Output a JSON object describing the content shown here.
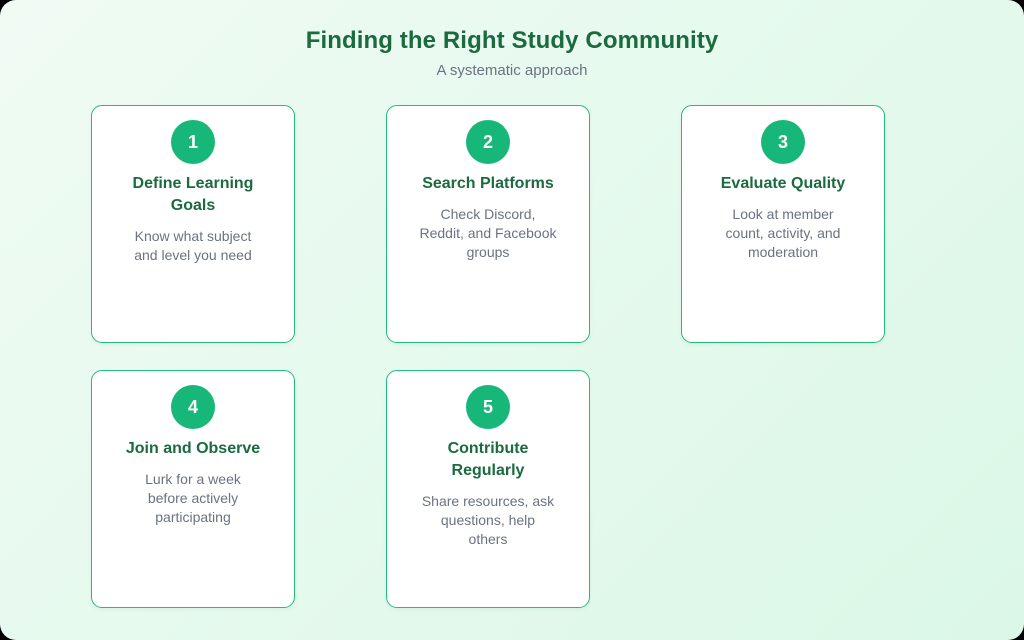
{
  "header": {
    "title": "Finding the Right Study Community",
    "subtitle": "A systematic approach"
  },
  "steps": [
    {
      "number": "1",
      "title": "Define Learning\nGoals",
      "description": "Know what subject\nand level you need"
    },
    {
      "number": "2",
      "title": "Search Platforms",
      "description": "Check Discord,\nReddit, and Facebook\ngroups"
    },
    {
      "number": "3",
      "title": "Evaluate Quality",
      "description": "Look at member\ncount, activity, and\nmoderation"
    },
    {
      "number": "4",
      "title": "Join and Observe",
      "description": "Lurk for a week\nbefore actively\nparticipating"
    },
    {
      "number": "5",
      "title": "Contribute\nRegularly",
      "description": "Share resources, ask\nquestions, help\nothers"
    }
  ],
  "colors": {
    "accent_green": "#17b77a",
    "card_border_green": "#24bb80",
    "heading_green": "#1b6a40",
    "muted_text_gray": "#6b7280",
    "card_background": "#ffffff",
    "background_gradient_start": "#f0fbf4",
    "background_gradient_end": "#dbf7e7"
  }
}
